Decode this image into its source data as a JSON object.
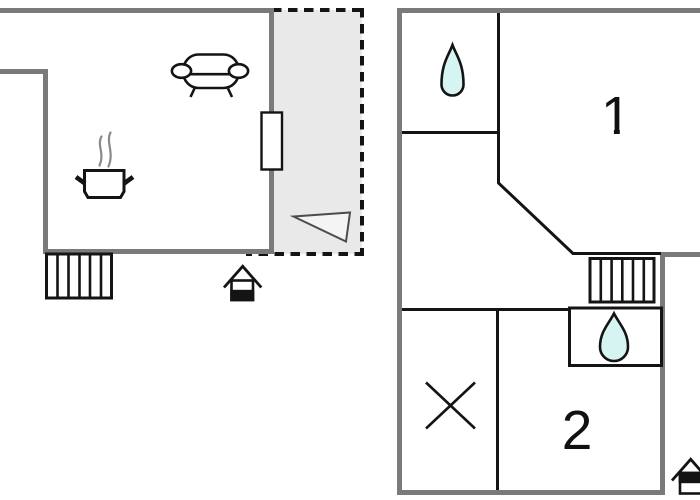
{
  "page": {
    "kind": "holiday-home-floor-plan",
    "background": "#ffffff"
  },
  "colors": {
    "wall": "#7a7a7a",
    "line": "#141414",
    "terrace_fill": "#e9e9e9",
    "drop_fill": "#d6f4f2",
    "steam": "#8a8a8a",
    "triangle_fill": "#f4f4f4",
    "triangle_stroke": "#4d4d4d"
  },
  "floors": {
    "ground": {
      "name": "ground-floor",
      "icons": [
        {
          "name": "sofa-icon"
        },
        {
          "name": "cooking-pot-icon"
        },
        {
          "name": "door-icon"
        },
        {
          "name": "terrace-triangle-icon"
        },
        {
          "name": "stairs-icon"
        },
        {
          "name": "floor-indicator-house-icon",
          "active_half": "bottom"
        }
      ]
    },
    "upper": {
      "name": "upper-floor",
      "rooms": [
        {
          "id": "room-1",
          "label": "1"
        },
        {
          "id": "room-2",
          "label": "2"
        }
      ],
      "icons": [
        {
          "name": "water-drop-icon"
        },
        {
          "name": "water-drop-icon"
        },
        {
          "name": "stairs-icon"
        },
        {
          "name": "crossed-area-icon"
        },
        {
          "name": "floor-indicator-house-icon",
          "active_half": "top"
        }
      ]
    }
  }
}
